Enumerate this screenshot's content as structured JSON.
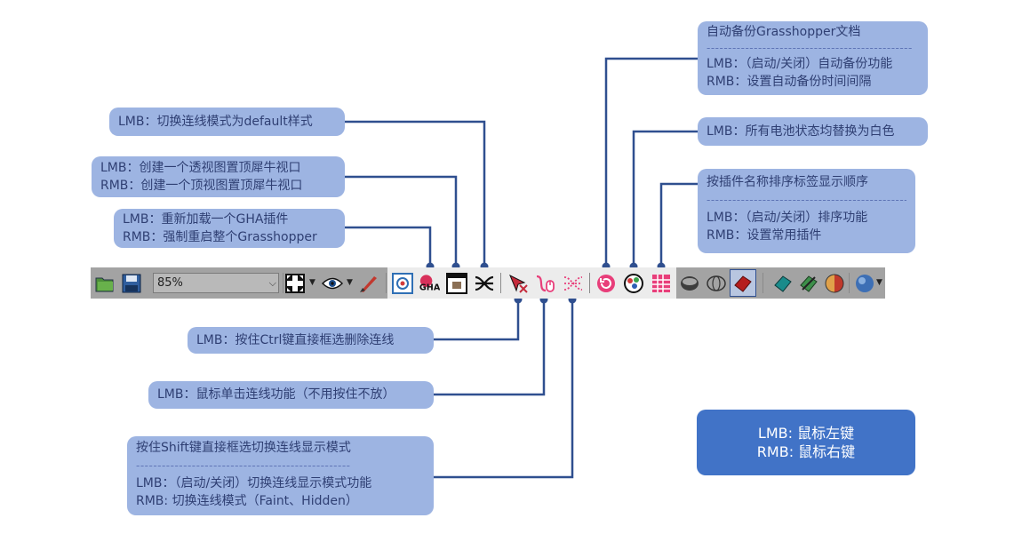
{
  "toolbar": {
    "zoom_value": "85%",
    "icons": [
      "open-folder-icon",
      "save-icon",
      "zoom-select",
      "zoom-extents-icon",
      "eye-preview-icon",
      "paintbrush-icon",
      "gh-document-icon",
      "gha-reload-icon",
      "rhino-viewport-icon",
      "wire-display-icon",
      "wire-delete-cursor-icon",
      "wire-click-mode-icon",
      "wire-dotted-icon",
      "autosave-icon",
      "battery-color-icon",
      "plugin-tab-order-icon",
      "preview-shaded-icon",
      "preview-wire-icon",
      "preview-selected-icon",
      "material-1-icon",
      "material-2-icon",
      "material-3-icon",
      "sphere-icon"
    ],
    "colors": {
      "pink_accent": "#e83e7a",
      "bar_dark": "#a3a3a3",
      "bar_light": "#ececec"
    }
  },
  "callouts": {
    "default_wire": {
      "line1": "LMB：切换连线模式为default样式"
    },
    "perspective_viewport": {
      "line1": "LMB：创建一个透视图置顶犀牛视口",
      "line2": "RMB：创建一个顶视图置顶犀牛视口"
    },
    "reload_gha": {
      "line1": "LMB：重新加载一个GHA插件",
      "line2": "RMB：强制重启整个Grasshopper"
    },
    "autosave": {
      "title": "自动备份Grasshopper文档",
      "divider": "------------------------------------------------",
      "line1": "LMB：（启动/关闭）自动备份功能",
      "line2": "RMB：设置自动备份时间间隔"
    },
    "battery_white": {
      "line1": "LMB：所有电池状态均替换为白色"
    },
    "plugin_sort": {
      "title": "按插件名称排序标签显示顺序",
      "divider": "------------------------------------------------",
      "line1": "LMB：（启动/关闭）排序功能",
      "line2": "RMB：设置常用插件"
    },
    "ctrl_delete": {
      "line1": "LMB：按住Ctrl键直接框选删除连线"
    },
    "click_wire": {
      "line1": "LMB：鼠标单击连线功能（不用按住不放）"
    },
    "shift_wire": {
      "title": "按住Shift键直接框选切换连线显示模式",
      "divider": "--------------------------------------------------",
      "line1": "LMB：（启动/关闭）切换连线显示模式功能",
      "line2": "RMB: 切换连线模式（Faint、Hidden）"
    }
  },
  "legend": {
    "line1": "LMB: 鼠标左键",
    "line2": "RMB: 鼠标右键"
  },
  "connector_color": "#2f4f8f"
}
